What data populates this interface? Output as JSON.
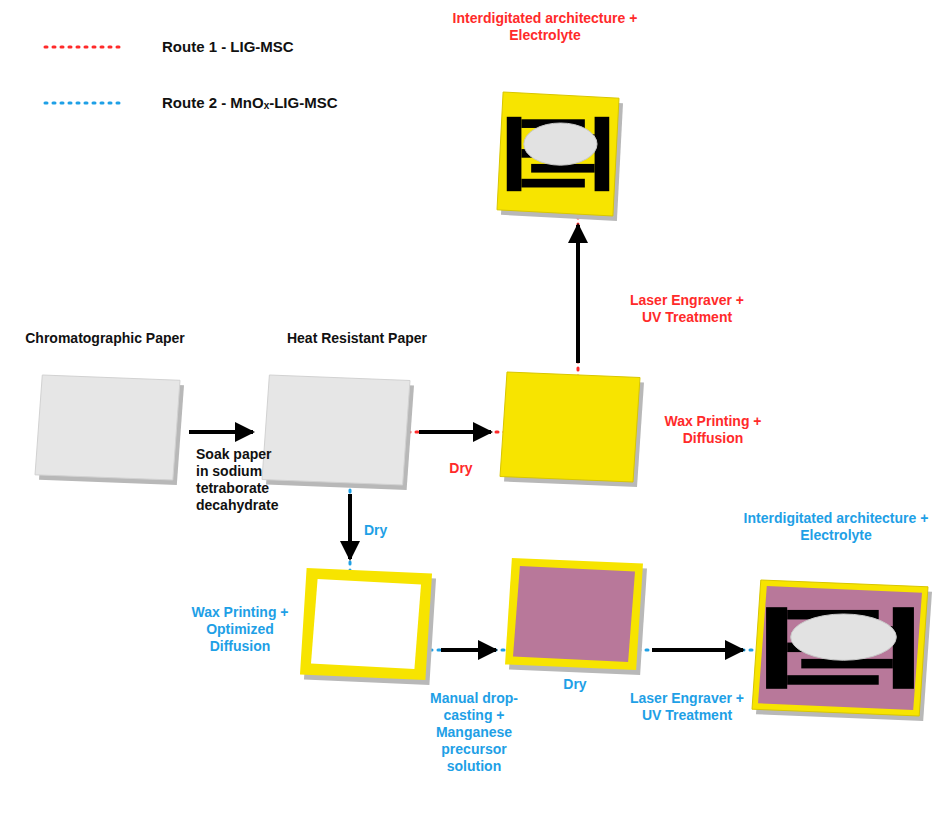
{
  "diagram": {
    "nodes": [
      {
        "text": [
          "Chromatographic Paper"
        ]
      },
      {
        "text": [
          "Heat Resistant Paper"
        ]
      },
      {
        "text": [
          "Wax Printing + Diffusion"
        ]
      },
      {
        "text": [
          "Interdigitated architecture + Electrolyte"
        ]
      },
      {
        "text": [
          "Wax Printing + Optimized Diffusion"
        ]
      },
      {
        "text": [
          "Dry"
        ]
      },
      {
        "text": [
          "Interdigitated architecture + Electrolyte"
        ]
      }
    ],
    "edges": [
      {
        "from": 0,
        "to": 1,
        "label": "Soak paper in sodium tetraborate decahydrate",
        "arrow": "to"
      },
      {
        "from": 1,
        "to": 2,
        "label": "Dry",
        "arrow": "to"
      },
      {
        "from": 2,
        "to": 3,
        "label": "Laser Engraver + UV Treatment",
        "arrow": "to"
      },
      {
        "from": 1,
        "to": 4,
        "label": "Dry",
        "arrow": "to"
      },
      {
        "from": 4,
        "to": 5,
        "label": "Manual drop-casting + Manganese precursor solution",
        "arrow": "to"
      },
      {
        "from": 5,
        "to": 6,
        "label": "Laser Engraver + UV Treatment",
        "arrow": "to"
      }
    ],
    "legend": [
      {
        "text": "Route 1 - LIG-MSC"
      },
      {
        "text": "Route 2 - MnOₓ-LIG-MSC"
      }
    ]
  }
}
